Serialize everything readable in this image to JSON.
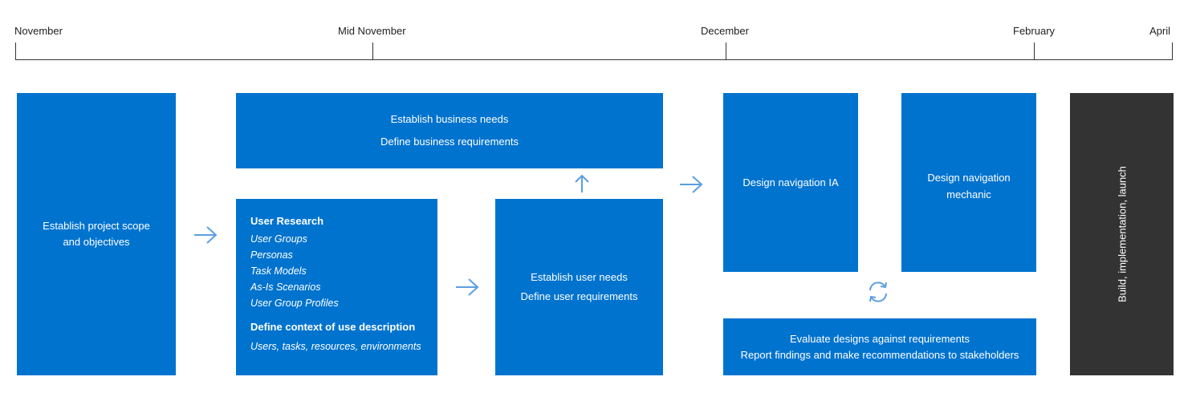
{
  "timeline": {
    "labels": [
      "November",
      "Mid November",
      "December",
      "February",
      "April"
    ]
  },
  "boxes": {
    "scope": [
      "Establish project scope",
      "and objectives"
    ],
    "business": [
      "Establish business needs",
      "Define business requirements"
    ],
    "research": {
      "title": "User Research",
      "items": [
        "User Groups",
        "Personas",
        "Task Models",
        "As-Is Scenarios",
        "User Group Profiles"
      ],
      "context_title": "Define context of use description",
      "context_detail": "Users, tasks, resources, environments"
    },
    "userneeds": [
      "Establish user needs",
      "Define user requirements"
    ],
    "nav_ia": "Design navigation IA",
    "nav_mechanic": [
      "Design navigation",
      "mechanic"
    ],
    "evaluate": [
      "Evaluate designs against requirements",
      "Report findings and make recommendations to stakeholders"
    ],
    "build": "Build, implementation, launch"
  },
  "colors": {
    "primary": "#0073cf",
    "dark": "#333333",
    "arrow": "#5b9ee0"
  },
  "icons": [
    "arrow-right-icon",
    "arrow-up-icon",
    "refresh-cycle-icon"
  ]
}
